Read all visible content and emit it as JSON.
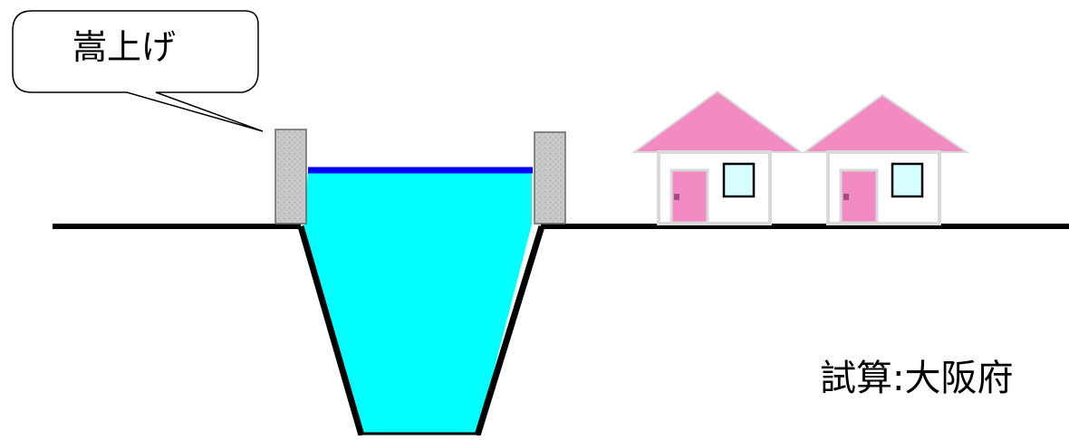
{
  "callout": {
    "label": "嵩上げ"
  },
  "source": {
    "label": "試算:大阪府"
  },
  "colors": {
    "water": "#00ffff",
    "water_surface": "#0000ff",
    "wall": "#c8c8c8",
    "ground": "#000000",
    "roof": "#f28bc2",
    "door": "#f28bc2",
    "window": "#d8ffff",
    "house_wall": "#ffffff"
  },
  "icons": {
    "callout": "speech-bubble",
    "channel": "river-channel",
    "wall": "flood-wall",
    "house": "house-icon"
  }
}
